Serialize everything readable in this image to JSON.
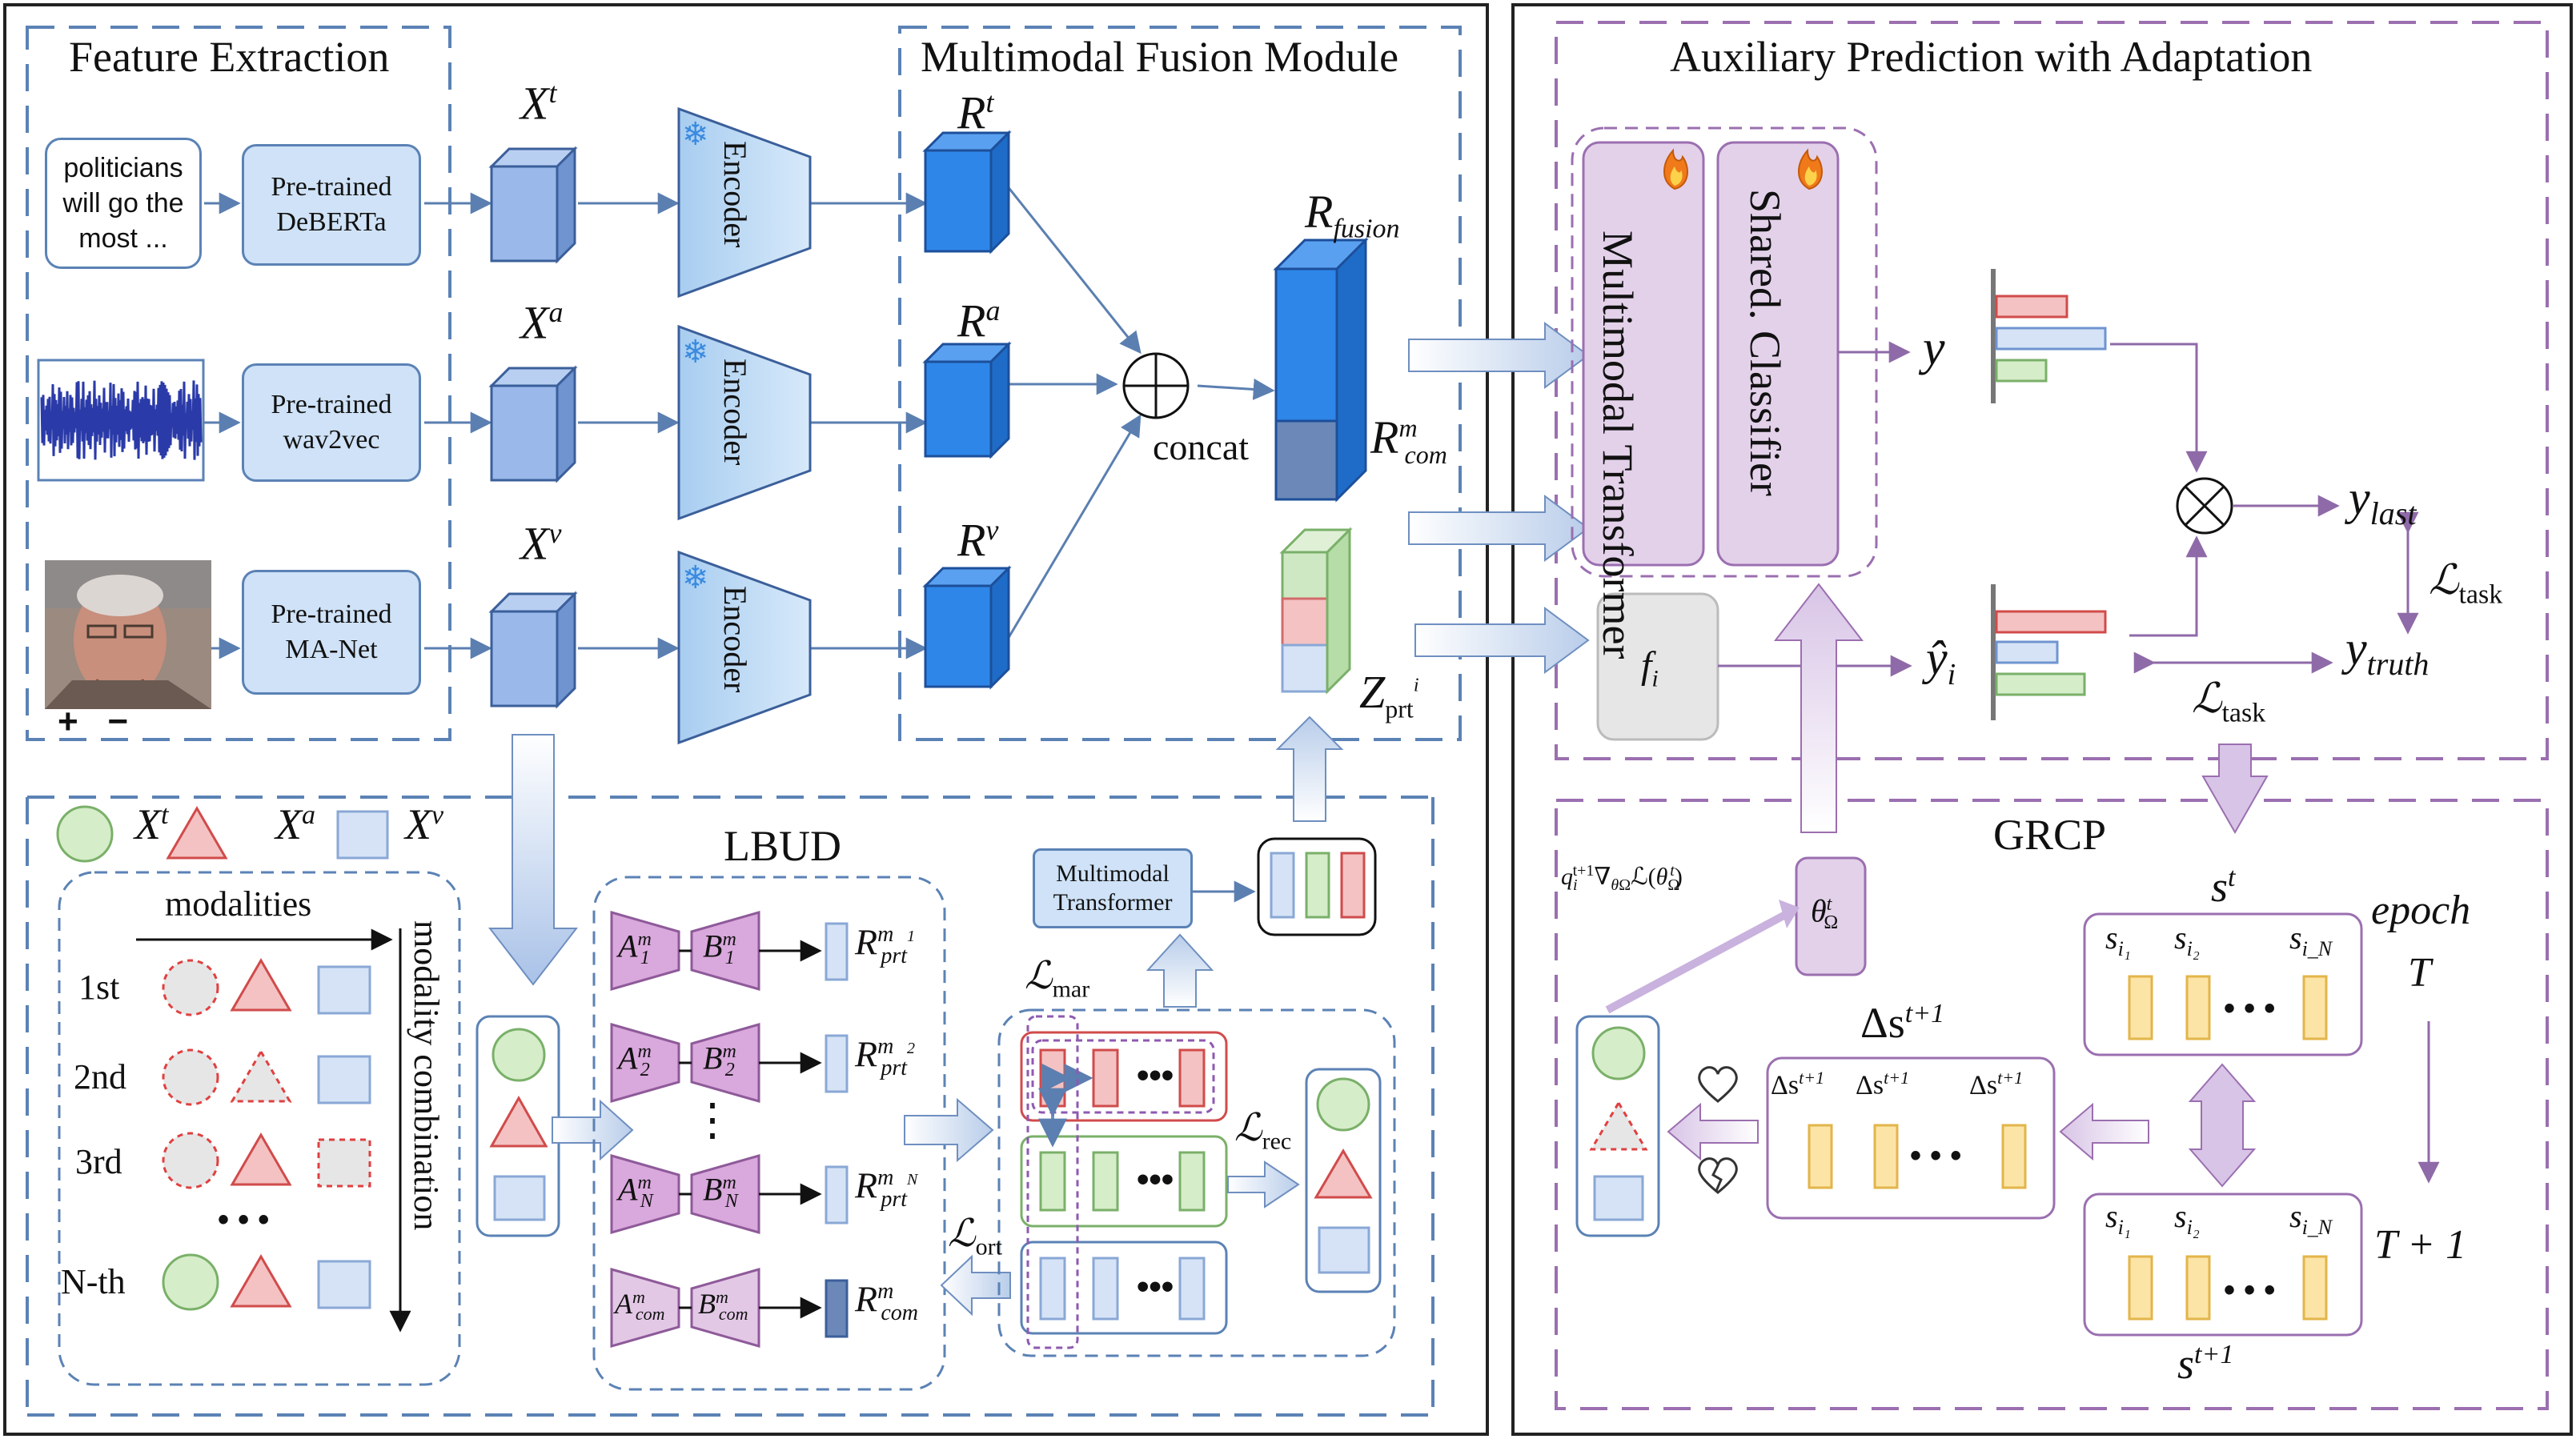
{
  "sections": {
    "feature_extraction": "Feature Extraction",
    "fusion_module": "Multimodal Fusion Module",
    "auxiliary": "Auxiliary Prediction with Adaptation",
    "lbud": "LBUD",
    "grcp": "GRCP"
  },
  "inputs": {
    "text_sample": "politicians will go the most ...",
    "video_controls": "+   −"
  },
  "extractors": {
    "text": "Pre-trained DeBERTa",
    "audio": "Pre-trained wav2vec",
    "video": "Pre-trained MA-Net"
  },
  "features": {
    "xt": "X",
    "xt_sup": "t",
    "xa": "X",
    "xa_sup": "a",
    "xv": "X",
    "xv_sup": "v"
  },
  "encoder_label": "Encoder",
  "reps": {
    "rt": "R",
    "rt_sup": "t",
    "ra": "R",
    "ra_sup": "a",
    "rv": "R",
    "rv_sup": "v"
  },
  "fusion": {
    "concat": "concat",
    "r_fusion": "R",
    "r_fusion_sub": "fusion",
    "r_com": "R",
    "r_com_sup": "m",
    "r_com_sub": "com",
    "z_prt": "Z",
    "z_prt_sub": "prt",
    "z_prt_sup": "i"
  },
  "aux": {
    "mm_transformer": "Multimodal Transformer",
    "shared_classifier": "Shared. Classifier",
    "fi": "f",
    "fi_sub": "i",
    "y": "y",
    "y_hat": "ŷ",
    "y_hat_sub": "i",
    "y_last": "y",
    "y_last_sub": "last",
    "y_truth": "y",
    "y_truth_sub": "truth",
    "l_task_1": "ℒ",
    "l_task_2": "ℒ",
    "l_task_sub": "task"
  },
  "legend": {
    "xt": "X",
    "xt_sup": "t",
    "xa": "X",
    "xa_sup": "a",
    "xv": "X",
    "xv_sup": "v"
  },
  "combination": {
    "modalities": "modalities",
    "modality_combination": "modality combination",
    "rows": [
      "1st",
      "2nd",
      "3rd",
      "N-th"
    ],
    "ellipsis": "• • •"
  },
  "lbud": {
    "pairs": [
      {
        "a": "A",
        "a_sub": "1",
        "b": "B",
        "b_sub": "1",
        "r": "R",
        "r_sub": "prt",
        "r_sub2": "1"
      },
      {
        "a": "A",
        "a_sub": "2",
        "b": "B",
        "b_sub": "2",
        "r": "R",
        "r_sub": "prt",
        "r_sub2": "2"
      },
      {
        "a": "A",
        "a_sub": "N",
        "b": "B",
        "b_sub": "N",
        "r": "R",
        "r_sub": "prt",
        "r_sub2": "N"
      },
      {
        "a": "A",
        "a_sub": "com",
        "b": "B",
        "b_sub": "com",
        "r": "R",
        "r_sub": "com",
        "r_sub2": ""
      }
    ],
    "sup": "m",
    "dots": "⋮"
  },
  "losses": {
    "mar": "ℒ",
    "mar_sub": "mar",
    "rec": "ℒ",
    "rec_sub": "rec",
    "ort": "ℒ",
    "ort_sub": "ort"
  },
  "mm_transformer_small": "Multimodal Transformer",
  "grcp": {
    "st": "s",
    "st_sup": "t",
    "st1": "s",
    "st1_sup": "t+1",
    "delta": "Δs",
    "delta_sup": "t+1",
    "epoch": "epoch",
    "T": "T",
    "T1": "T + 1",
    "si1": "s",
    "si1_sub": "i₁",
    "si2": "s",
    "si2_sub": "i₂",
    "siN": "s",
    "siN_sub": "i_N",
    "dsi1": "Δs",
    "dsi2": "Δs",
    "dsiN": "Δs",
    "ds_sup": "t+1",
    "dots": "• • •",
    "theta": "θ",
    "theta_sub": "Ω",
    "theta_sup": "t",
    "grad": "q_i^{t+1}∇_{θ_Ω}ℒ(θ_Ω^t)"
  },
  "colors": {
    "dash_blue": "#5b82b5",
    "dash_purple": "#9b6fb0",
    "cube_light": "#9ab8ea",
    "cube_dark": "#2e86e8",
    "box_fill": "#cfe2f7",
    "purple_fill": "#e3d1ea",
    "lbud_fill": "#d9a8dc",
    "green": "#8bc77a",
    "red": "#e66b6b",
    "blue": "#9dbfe8",
    "yellow": "#f6d98a"
  }
}
